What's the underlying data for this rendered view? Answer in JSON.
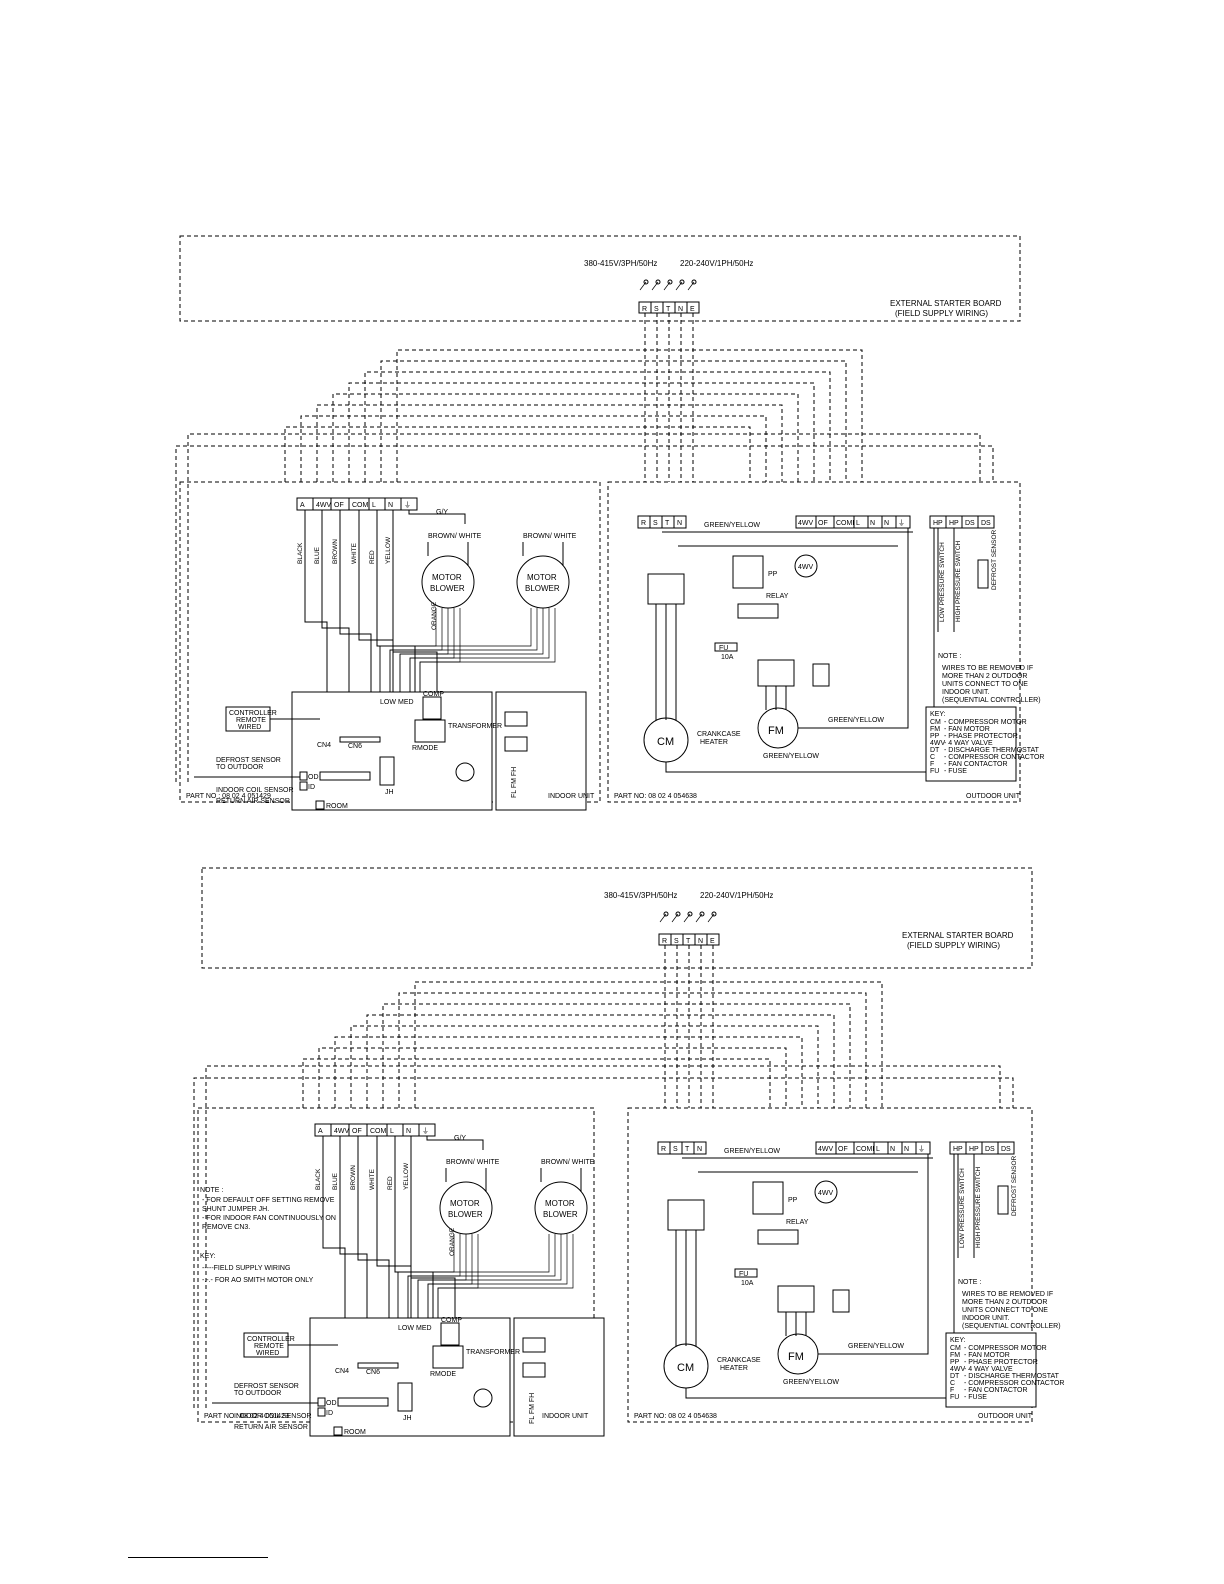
{
  "supply": {
    "voltage_3ph": "380-415V/3PH/50Hz",
    "voltage_1ph": "220-240V/1PH/50Hz",
    "starter_title": "EXTERNAL STARTER BOARD",
    "starter_sub": "(FIELD SUPPLY WIRING)",
    "terminals": [
      "R",
      "S",
      "T",
      "N",
      "E"
    ]
  },
  "indoor": {
    "terminals": [
      "A",
      "4WV",
      "OF",
      "COMP",
      "L",
      "N",
      "⏚"
    ],
    "gy": "G/Y",
    "motor_label_1": "MOTOR",
    "motor_label_2": "BLOWER",
    "wire_black": "BLACK",
    "wire_blue": "BLUE",
    "wire_brown": "BROWN",
    "wire_white": "WHITE",
    "wire_red": "RED",
    "wire_yellow": "YELLOW",
    "wire_orange": "ORANGE",
    "wire_brown_white": "BROWN/ WHITE",
    "controller": [
      "CONTROLLER",
      "REMOTE",
      "WIRED"
    ],
    "defrost": [
      "DEFROST SENSOR",
      "TO OUTDOOR"
    ],
    "coil_sensor": "INDOOR COIL SENSOR",
    "return_sensor": "RETURN AIR SENSOR",
    "od": "OD",
    "id": "ID",
    "room": "ROOM",
    "transformer": "TRANSFORMER",
    "comp": "COMP",
    "low": "LOW",
    "med": "MED",
    "cn4": "CN4",
    "cn6": "CN6",
    "jh": "JH",
    "rmode": "RMODE",
    "fl_fm_fh": "FL FM FH",
    "unit_label": "INDOOR UNIT"
  },
  "outdoor": {
    "terminals_left": [
      "R",
      "S",
      "T",
      "N"
    ],
    "terminals_right": [
      "4WV",
      "OF",
      "COMP",
      "L",
      "N",
      "N",
      "⏚"
    ],
    "terminals_hp": [
      "HP",
      "HP",
      "DS",
      "DS"
    ],
    "green_yellow": "GREEN/YELLOW",
    "relay": "RELAY",
    "fourwv": "4WV",
    "cm": "CM",
    "fm": "FM",
    "crankcase": [
      "CRANKCASE",
      "HEATER"
    ],
    "fuse": "FU",
    "fuse_rating": "10A",
    "pp": "PP",
    "low_pressure": "LOW PRESSURE SWITCH",
    "high_pressure": "HIGH PRESSURE SWITCH",
    "defrost_sensor": "DEFROST SENSOR",
    "note_title": "NOTE :",
    "note_lines": [
      "WIRES TO BE REMOVED IF",
      "MORE THAN 2 OUTDOOR",
      "UNITS CONNECT TO ONE",
      "INDOOR UNIT.",
      "(SEQUENTIAL CONTROLLER)"
    ],
    "key_title": "KEY:",
    "key": [
      [
        "CM",
        "- COMPRESSOR MOTOR"
      ],
      [
        "FM",
        "- FAN MOTOR"
      ],
      [
        "PP",
        "- PHASE PROTECTOR"
      ],
      [
        "4WV",
        "- 4 WAY VALVE"
      ],
      [
        "DT",
        "- DISCHARGE THERMOSTAT"
      ],
      [
        "C",
        "- COMPRESSOR CONTACTOR"
      ],
      [
        "F",
        "- FAN CONTACTOR"
      ],
      [
        "FU",
        "- FUSE"
      ]
    ],
    "unit_label": "OUTDOOR UNIT"
  },
  "diagram1": {
    "indoor_part": "PART NO : 08 02 4 051429",
    "outdoor_part": "PART NO: 08 02 4 054638"
  },
  "diagram2": {
    "indoor_part": "PART NO : 08 02 4 051423",
    "outdoor_part": "PART NO: 08 02 4 054638",
    "note_title": "NOTE :",
    "note_lines": [
      "- FOR DEFAULT OFF SETTING REMOVE",
      "  SHUNT JUMPER JH.",
      "- FOR INDOOR FAN CONTINUOUSLY ON",
      "  REMOVE CN3."
    ],
    "key_title": "KEY:",
    "key_lines": [
      "-----FIELD SUPPLY WIRING",
      "-.-.- FOR AO SMITH MOTOR ONLY"
    ]
  }
}
